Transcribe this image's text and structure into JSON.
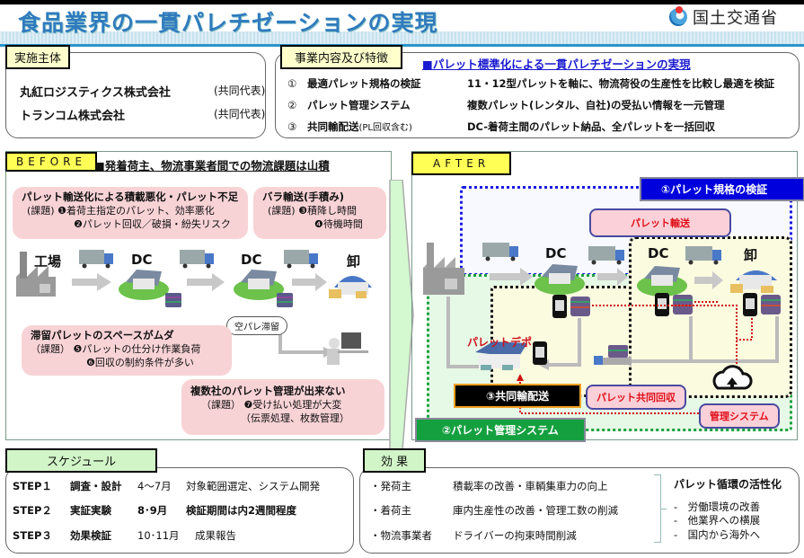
{
  "header": {
    "title": "食品業界の一貫パレチゼーションの実現",
    "ministry": "国土交通省"
  },
  "implementers": {
    "label": "実施主体",
    "orgs": [
      {
        "name": "丸紅ロジスティクス株式会社",
        "role": "(共同代表)"
      },
      {
        "name": "トランコム株式会社",
        "role": "(共同代表)"
      }
    ]
  },
  "features": {
    "label": "事業内容及び特徴",
    "headline": "■パレット標準化による一貫パレチゼーションの実現",
    "items": [
      {
        "num": "①",
        "key": "最適パレット規格の検証",
        "note": "",
        "desc": "11・12型パレットを軸に、物流荷役の生産性を比較し最適を検証"
      },
      {
        "num": "②",
        "key": "パレット管理システム",
        "note": "",
        "desc": "複数パレット(レンタル、自社)の受払い情報を一元管理"
      },
      {
        "num": "③",
        "key": "共同輸配送",
        "note": "(PL回収含む)",
        "desc": "DC-着荷主間のパレット納品、全パレットを一括回収"
      }
    ]
  },
  "before": {
    "tag": "BEFORE",
    "headline": "■発着荷主、物流事業者間での物流課題は山積",
    "nodes": [
      "工場",
      "DC",
      "DC",
      "卸"
    ],
    "bubble1": {
      "title": "パレット輸送化による積載悪化・パレット不足",
      "line1": "(課題) ❶着荷主指定のパレット、効率悪化",
      "line2": "❷パレット回収／破損・紛失リスク"
    },
    "bubble2": {
      "title": "バラ輸送(手積み)",
      "line1": "(課題) ❸積降し時間",
      "line2": "❹待機時間"
    },
    "bubble3": {
      "title": "滞留パレットのスペースがムダ",
      "line1": "（課題） ❺パレットの仕分け作業負荷",
      "line2": "❻回収の制約条件が多い"
    },
    "bubble4": {
      "title": "複数社のパレット管理が出来ない",
      "line1": "（課題） ❼受け払い処理が大変",
      "line2": "（伝票処理、枚数管理）"
    },
    "cloud": "空パレ滞留"
  },
  "after": {
    "tag": "AFTER",
    "badge1": "①パレット規格の検証",
    "badge2": "②パレット管理システム",
    "badge3": "③共同輸配送",
    "callout_transport": "パレット輸送",
    "callout_collect": "パレット共同回収",
    "callout_system": "管理システム",
    "depot": "パレットデポ",
    "nodes": [
      "DC",
      "DC",
      "卸"
    ]
  },
  "schedule": {
    "label": "スケジュール",
    "steps": [
      {
        "step": "STEP１",
        "phase": "調査・設計",
        "period": "4～7月",
        "desc": "対象範囲選定、システム開発",
        "bold": false
      },
      {
        "step": "STEP２",
        "phase": "実証実験",
        "period": "8･9月",
        "desc": "検証期間は内2週間程度",
        "bold": true
      },
      {
        "step": "STEP３",
        "phase": "効果検証",
        "period": "10･11月",
        "desc": "成果報告",
        "bold": false
      }
    ]
  },
  "effects": {
    "label": "効 果",
    "rows": [
      {
        "who": "・発荷主",
        "what": "積載率の改善・車輌集車力の向上"
      },
      {
        "who": "・着荷主",
        "what": "庫内生産性の改善・管理工数の削減"
      },
      {
        "who": "・物流事業者",
        "what": "ドライバーの拘束時間削減"
      }
    ],
    "summary_title": "パレット循環の活性化",
    "summary_items": [
      "-　労働環境の改善",
      "-　他業界への横展",
      "-　国内から海外へ"
    ]
  },
  "colors": {
    "title_blue": "#2f7bbd",
    "badge_blue": "#0000dd",
    "badge_green": "#15a040",
    "bubble_pink": "#f8d3d6",
    "tag_yellow": "#ffff55",
    "label_green": "#d2f5c8"
  }
}
